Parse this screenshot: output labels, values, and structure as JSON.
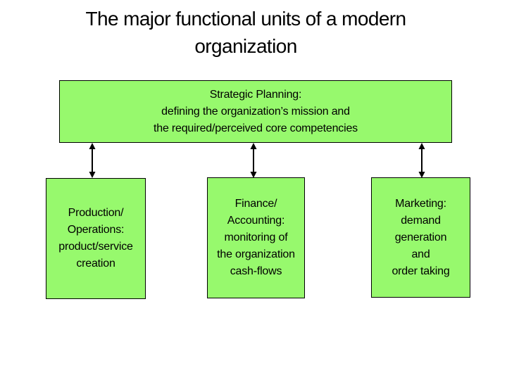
{
  "title": {
    "lines": [
      "The major functional units of a modern",
      "organization"
    ]
  },
  "boxes": {
    "strategic": {
      "lines": [
        "Strategic Planning:",
        "defining the organization’s mission and",
        "the required/perceived core competencies"
      ]
    },
    "production": {
      "lines": [
        "Production/",
        "Operations:",
        "product/service",
        "creation"
      ]
    },
    "finance": {
      "lines": [
        "Finance/",
        "Accounting:",
        "monitoring of",
        "the organization",
        "cash-flows"
      ]
    },
    "marketing": {
      "lines": [
        "Marketing:",
        "demand",
        "generation",
        "and",
        "order taking"
      ]
    }
  },
  "connectors": [
    {
      "name": "strategic-to-production",
      "type": "double-headed-arrow"
    },
    {
      "name": "strategic-to-finance",
      "type": "double-headed-arrow"
    },
    {
      "name": "strategic-to-marketing",
      "type": "double-headed-arrow"
    }
  ],
  "colors": {
    "box_fill": "#97F96D",
    "box_border": "#000000",
    "arrow": "#000000",
    "text": "#000000",
    "background": "#FFFFFF"
  }
}
